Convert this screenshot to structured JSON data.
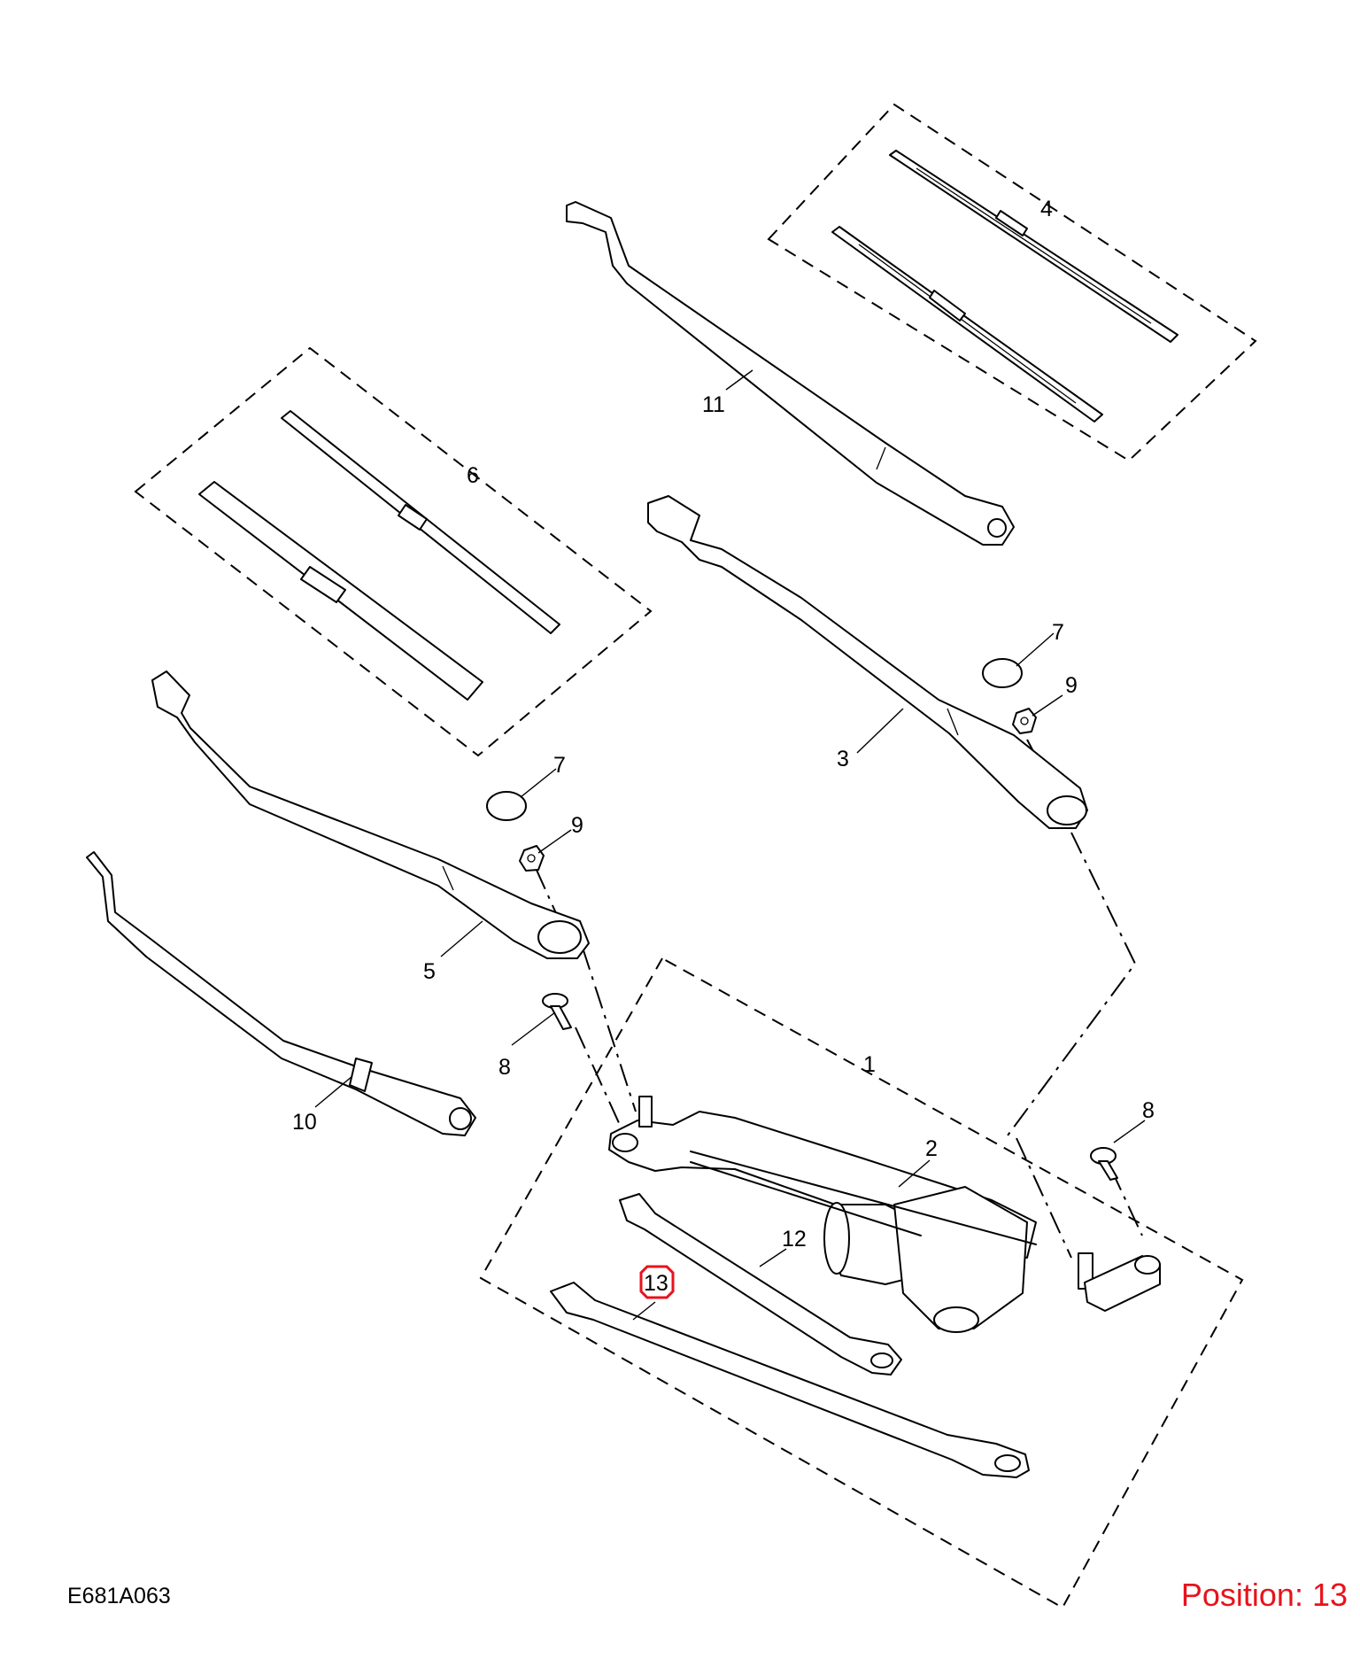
{
  "diagram": {
    "reference_code": "E681A063",
    "position_label": "Position: 13",
    "highlight_color": "#e8121c",
    "callouts": {
      "c1": "1",
      "c2": "2",
      "c3": "3",
      "c4": "4",
      "c5": "5",
      "c6": "6",
      "c7a": "7",
      "c7b": "7",
      "c8a": "8",
      "c8b": "8",
      "c9a": "9",
      "c9b": "9",
      "c10": "10",
      "c11": "11",
      "c12": "12",
      "c13": "13"
    }
  }
}
